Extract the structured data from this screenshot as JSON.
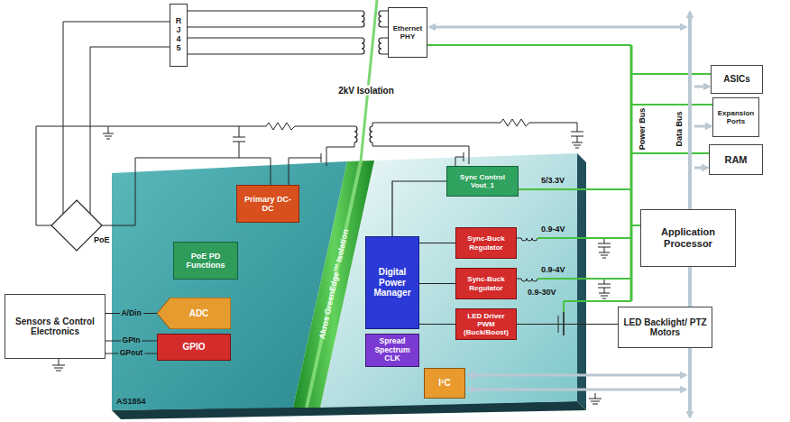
{
  "diagram": {
    "nodes": [
      {
        "text": [
          "RJ45"
        ]
      },
      {
        "text": [
          "Ethernet PHY"
        ]
      },
      {
        "text": [
          "ASICs"
        ]
      },
      {
        "text": [
          "Expansion Ports"
        ]
      },
      {
        "text": [
          "RAM"
        ]
      },
      {
        "text": [
          "AS1854"
        ]
      },
      {
        "text": [
          "Primary DC-DC"
        ],
        "in": 5
      },
      {
        "text": [
          "PoE PD Functions"
        ],
        "in": 5
      },
      {
        "text": [
          "ADC"
        ],
        "in": 5
      },
      {
        "text": [
          "GPIO"
        ],
        "in": 5
      },
      {
        "text": [
          "Akros GreenEdge™ Isolation"
        ]
      },
      {
        "text": [
          "Sync Control Vout_1"
        ]
      },
      {
        "text": [
          "Digital Power Manager"
        ]
      },
      {
        "text": [
          "Sync-Buck Regulator"
        ]
      },
      {
        "text": [
          "Sync-Buck Regulator"
        ]
      },
      {
        "text": [
          "LED Driver PWM (Buck/Boost)"
        ]
      },
      {
        "text": [
          "Spread Spectrum CLK"
        ]
      },
      {
        "text": [
          "I²C"
        ]
      },
      {
        "text": [
          "Application Processor"
        ]
      },
      {
        "text": [
          "LED Backlight/ PTZ Motors"
        ]
      },
      {
        "text": [
          "Sensors & Control Electronics"
        ]
      }
    ],
    "edges": [
      {
        "from": 20,
        "to": 8,
        "label": "A/Din",
        "arrow": "none"
      },
      {
        "from": 20,
        "to": 9,
        "label": "GPIn",
        "arrow": "none"
      },
      {
        "from": 9,
        "to": 20,
        "label": "GPout",
        "arrow": "none"
      },
      {
        "from": 12,
        "to": 11,
        "arrow": "none"
      },
      {
        "from": 12,
        "to": 13,
        "arrow": "none"
      },
      {
        "from": 12,
        "to": 14,
        "arrow": "none"
      },
      {
        "from": 12,
        "to": 15,
        "arrow": "none"
      },
      {
        "from": 15,
        "to": 19,
        "arrow": "none"
      }
    ],
    "labels": [
      "2kV Isolation",
      "PoE",
      "5/3.3V",
      "0.9-4V",
      "0.9-4V",
      "0.9-30V",
      "Power Bus",
      "Data Bus"
    ]
  }
}
